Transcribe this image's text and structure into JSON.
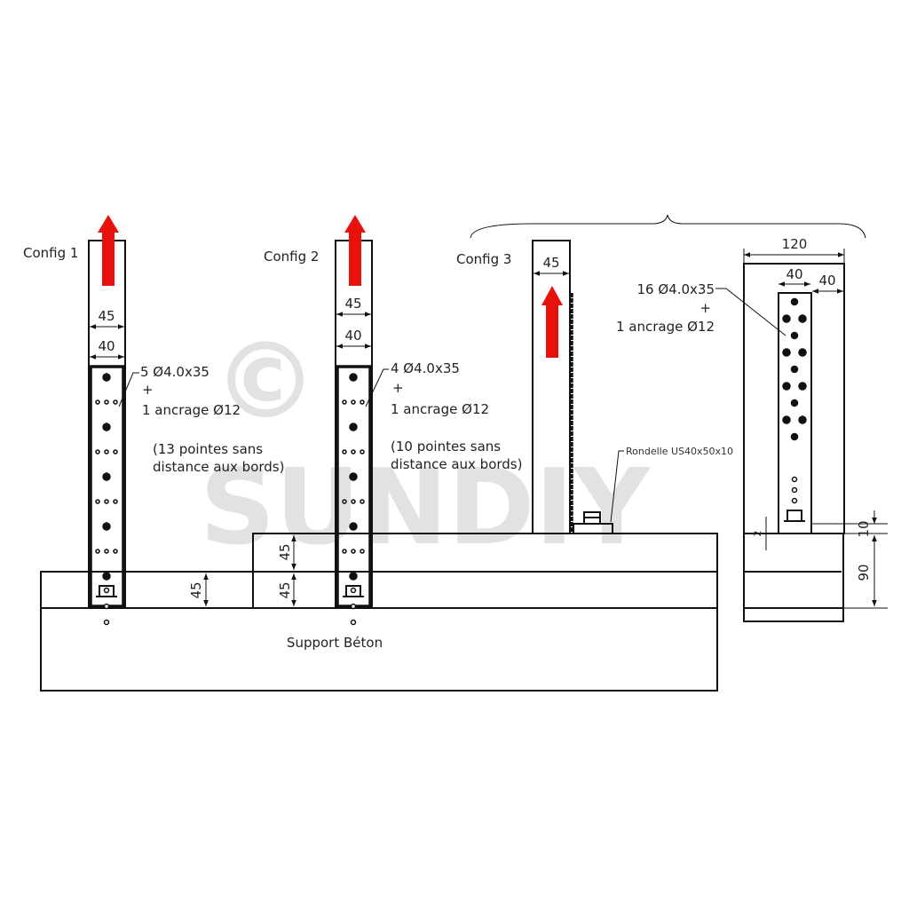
{
  "watermark": {
    "copyright": "©",
    "brand": "SUNDIY"
  },
  "configs": [
    {
      "label": "Config 1",
      "dim_outer": "45",
      "dim_inner": "40",
      "note": [
        "5 Ø4.0x35",
        "+",
        "1 ancrage Ø12",
        "(13 pointes sans",
        "distance aux bords)"
      ]
    },
    {
      "label": "Config 2",
      "dim_outer": "45",
      "dim_inner": "40",
      "note": [
        "4 Ø4.0x35",
        "+",
        "1 ancrage Ø12",
        "(10 pointes sans",
        "distance aux bords)"
      ]
    },
    {
      "label": "Config 3",
      "dim_outer": "45",
      "washer": "Rondelle US40x50x10"
    }
  ],
  "detail": {
    "dim_total": "120",
    "dim_plate": "40",
    "dim_side": "40",
    "note": [
      "16 Ø4.0x35",
      "+",
      "1 ancrage Ø12"
    ],
    "dim_gap": "2",
    "dim_washer": "10",
    "dim_depth": "90"
  },
  "base": {
    "label": "Support Béton",
    "dim_base": "45",
    "dim_step_top": "45",
    "dim_step_bottom": "45"
  },
  "colors": {
    "arrow": "#e8120c",
    "line": "#111111",
    "watermark": "#d9d9d9"
  }
}
